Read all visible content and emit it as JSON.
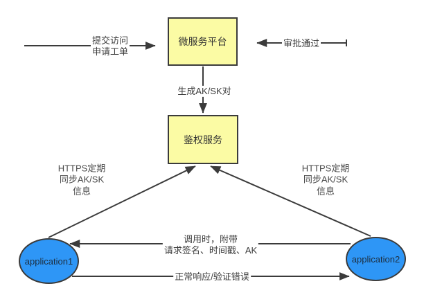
{
  "diagram": {
    "background_color": "#FFFFFF",
    "line_color": "#3B3B3B",
    "nodes": {
      "platform": {
        "label": "微服务平台",
        "shape": "rectangle",
        "fill": "#FBFBA4",
        "stroke": "#3B3B3B"
      },
      "auth": {
        "label": "鉴权服务",
        "shape": "rectangle",
        "fill": "#FBFBA4",
        "stroke": "#3B3B3B"
      },
      "app1": {
        "label": "application1",
        "shape": "ellipse",
        "fill": "#2E96F6",
        "stroke": "#3B3B3B"
      },
      "app2": {
        "label": "application2",
        "shape": "ellipse",
        "fill": "#2E96F6",
        "stroke": "#3B3B3B"
      }
    },
    "edges": {
      "submit": {
        "label": "提交访问\n申请工单",
        "to": "platform",
        "direction": "right"
      },
      "approve": {
        "label": "审批通过",
        "to": "platform",
        "direction": "left"
      },
      "generate": {
        "label": "生成AK/SK对",
        "from": "platform",
        "to": "auth",
        "direction": "down"
      },
      "sync_left": {
        "label": "HTTPS定期\n同步AK/SK\n信息",
        "from": "app1",
        "to": "auth"
      },
      "sync_right": {
        "label": "HTTPS定期\n同步AK/SK\n信息",
        "from": "app2",
        "to": "auth"
      },
      "call": {
        "label": "调用时，附带\n请求签名、时间戳、AK",
        "from": "app2",
        "to": "app1"
      },
      "response": {
        "label": "正常响应/验证错误",
        "from": "app1",
        "to": "app2"
      }
    }
  }
}
